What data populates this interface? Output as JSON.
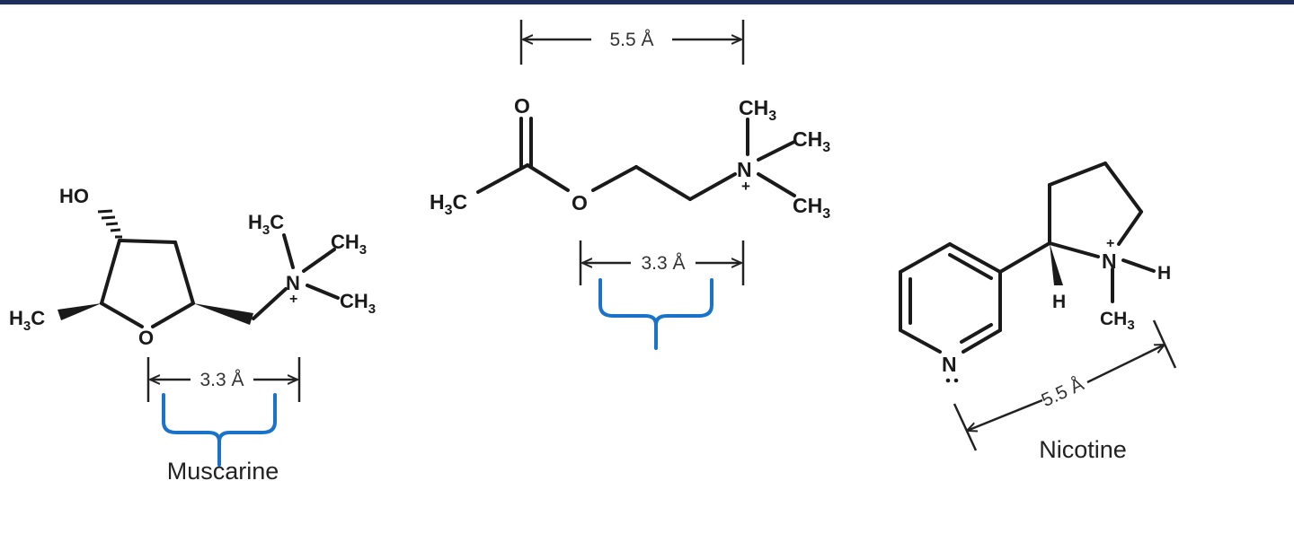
{
  "colors": {
    "header_bar": "#1f2f5c",
    "brace": "#1a73c8",
    "bond": "#1a1a1a"
  },
  "muscarine": {
    "name": "Muscarine",
    "distance": "3.3 Å",
    "atoms": {
      "ho": "HO",
      "h3c_left": "H3C",
      "o_ring": "O",
      "h3c_top": "H3C",
      "ch3_upper": "CH3",
      "n": "N",
      "ch3_lower": "CH3"
    }
  },
  "acetylcholine": {
    "distance_top": "5.5 Å",
    "distance_bottom": "3.3 Å",
    "atoms": {
      "o_carbonyl": "O",
      "h3c": "H3C",
      "o_ester": "O",
      "ch3_top": "CH3",
      "ch3_right": "CH3",
      "n": "N",
      "ch3_bottom": "CH3"
    }
  },
  "nicotine": {
    "name": "Nicotine",
    "distance": "5.5 Å",
    "atoms": {
      "n_pyridine": "N",
      "h_stereo": "H",
      "n_pyrrolidine": "N",
      "h_n": "H",
      "ch3": "CH3"
    }
  }
}
